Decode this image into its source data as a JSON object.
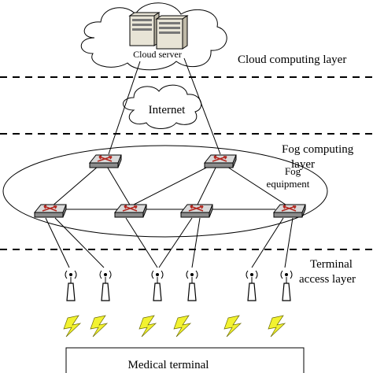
{
  "layers": {
    "cloud": "Cloud computing layer",
    "fog_line1": "Fog computing",
    "fog_line2": "layer",
    "terminal_line1": "Terminal",
    "terminal_line2": "access layer"
  },
  "nodes": {
    "cloud_server": "Cloud server",
    "internet": "Internet",
    "fog_equipment_line1": "Fog",
    "fog_equipment_line2": "equipment",
    "medical_terminal": "Medical terminal"
  },
  "colors": {
    "router_arrow": "#b3261e",
    "bolt": "#f2f230",
    "router_top": "#d9d9d9",
    "router_side": "#8c8c8c"
  },
  "icons": [
    "server-icon",
    "router-icon",
    "antenna-icon",
    "lightning-icon"
  ]
}
